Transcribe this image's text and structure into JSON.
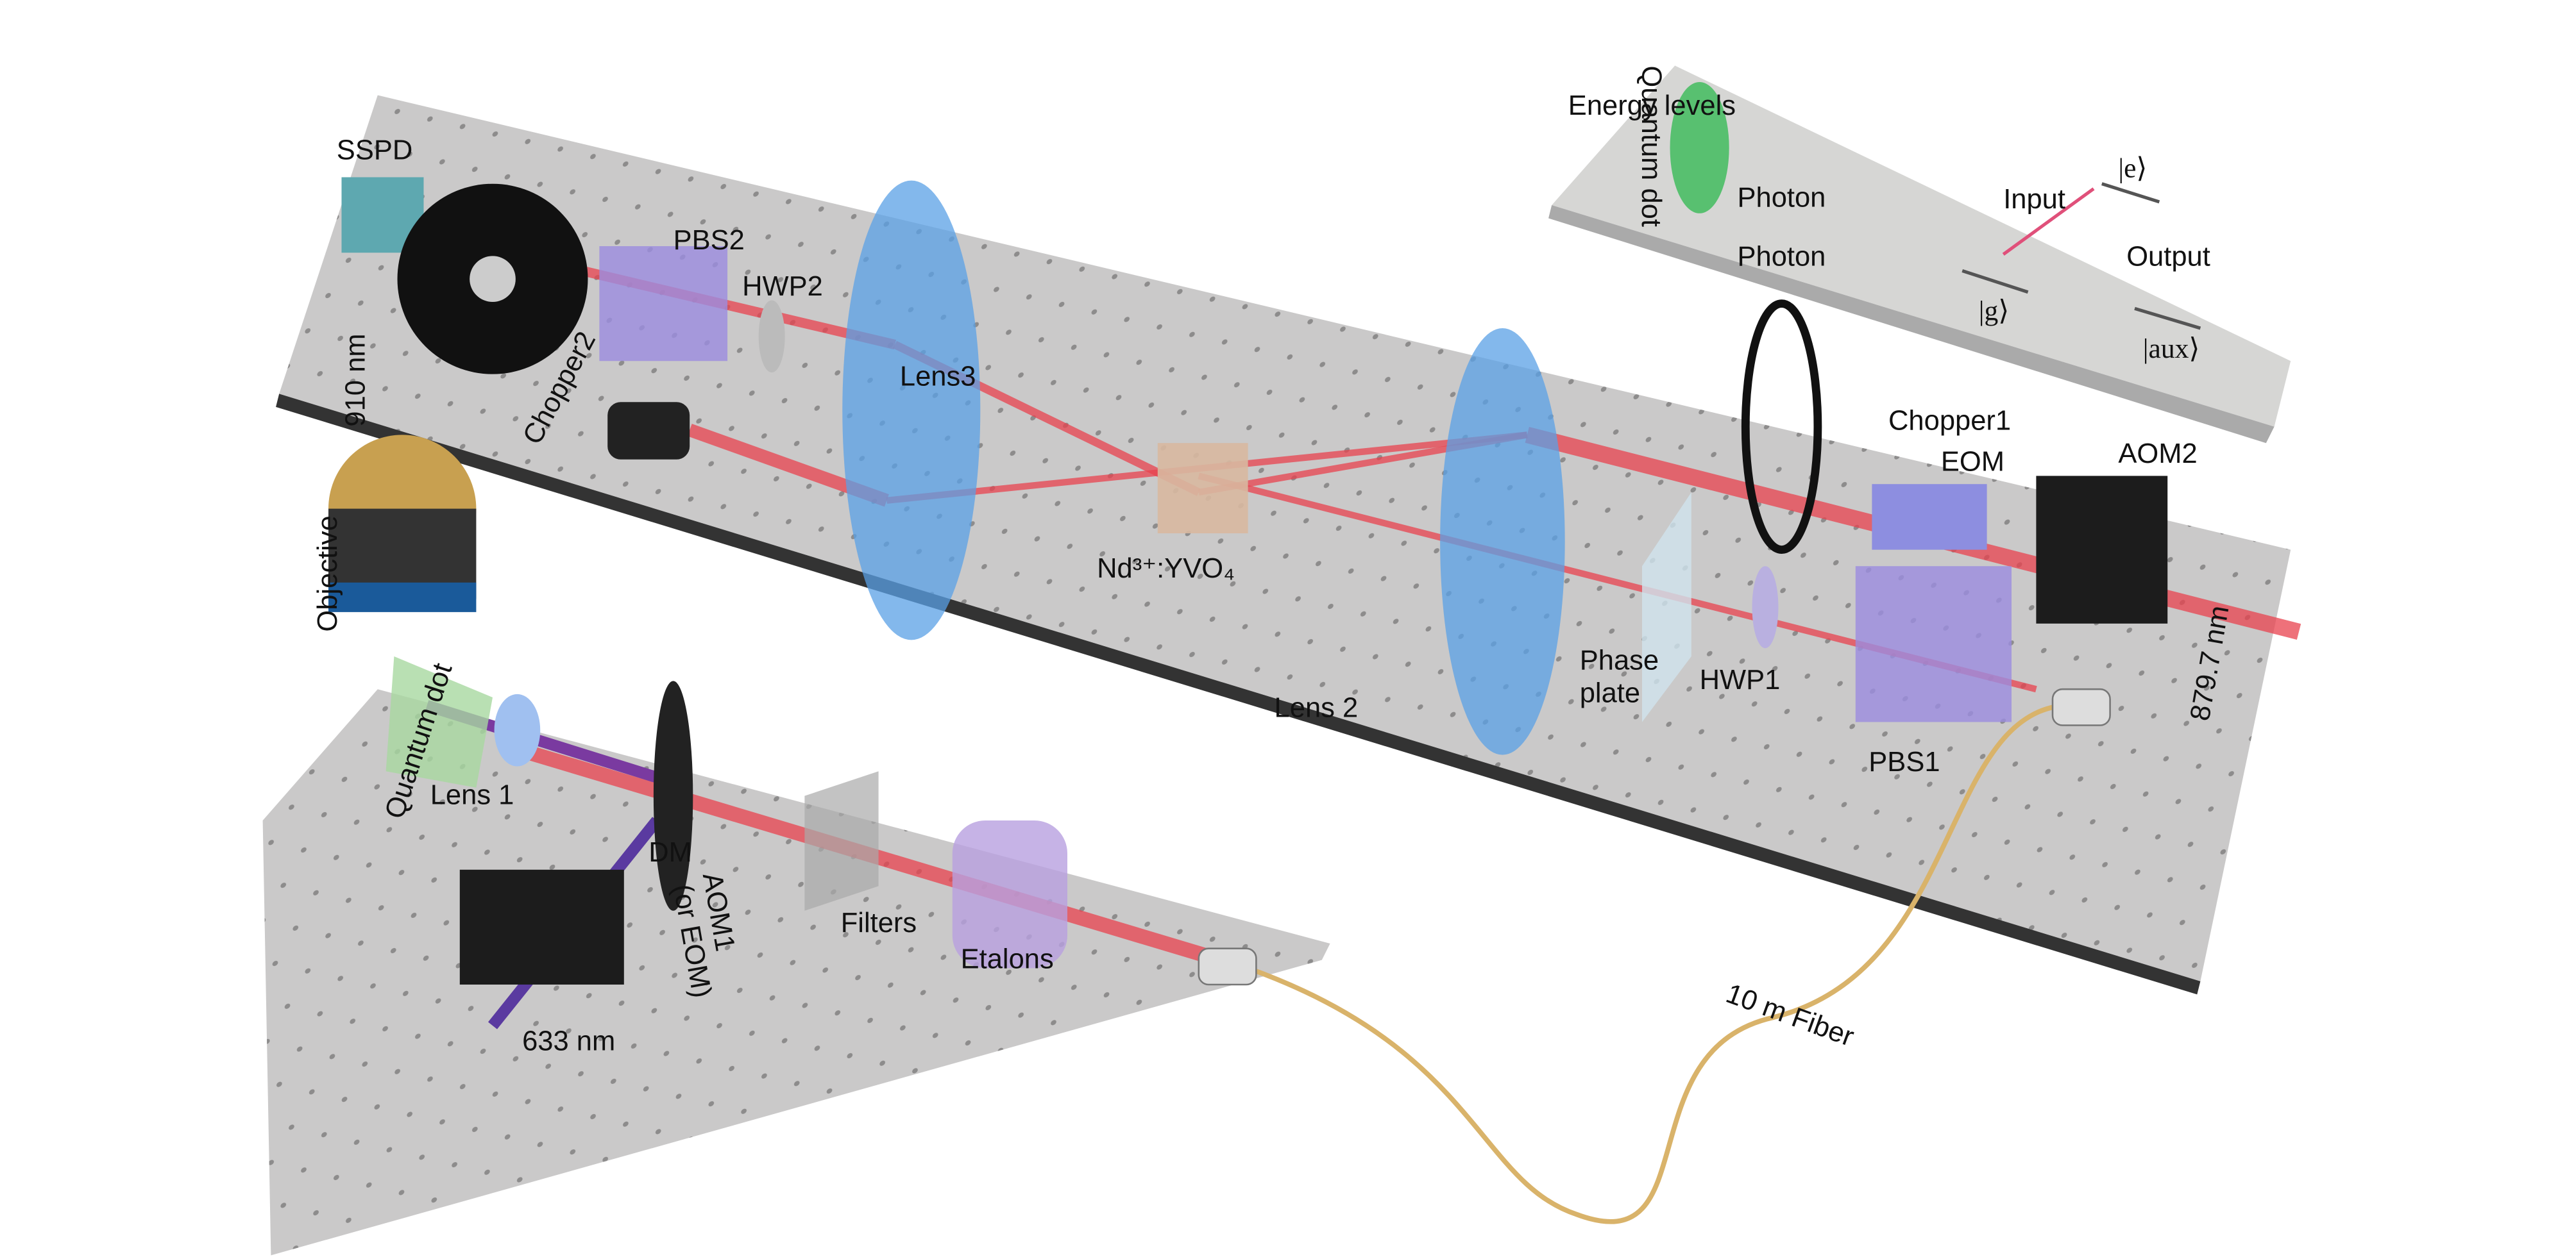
{
  "colors": {
    "table": "#c9c8c8",
    "table_edge": "#3a3a3a",
    "beam": "#e8424e",
    "pump": "#5a3aa0",
    "lens": "#5aa0e6",
    "fiber": "#d9b36a",
    "inset": "#d6d6d4"
  },
  "inset": {
    "title": "Energy levels",
    "qd_label": "Quantum dot",
    "photon_top": "Photon",
    "photon_bottom": "Photon",
    "input": "Input",
    "output": "Output",
    "ket_e": "|e⟩",
    "ket_g": "|g⟩",
    "ket_aux": "|aux⟩"
  },
  "labels": {
    "sspd": "SSPD",
    "pbs2": "PBS2",
    "hwp2": "HWP2",
    "chopper2": "Chopper2",
    "wl910": "910 nm",
    "objective": "Objective",
    "lens3": "Lens3",
    "crystal": "Nd³⁺:YVO₄",
    "quantum_dot": "Quantum dot",
    "lens1": "Lens 1",
    "dm": "DM",
    "aom1": "AOM1",
    "aom1_alt": "(or EOM)",
    "wl633": "633 nm",
    "filters": "Filters",
    "etalons": "Etalons",
    "lens2": "Lens 2",
    "phase_plate_1": "Phase",
    "phase_plate_2": "plate",
    "hwp1": "HWP1",
    "pbs1": "PBS1",
    "chopper1": "Chopper1",
    "eom": "EOM",
    "aom2": "AOM2",
    "wl879": "879.7 nm",
    "fiber": "10 m Fiber"
  }
}
